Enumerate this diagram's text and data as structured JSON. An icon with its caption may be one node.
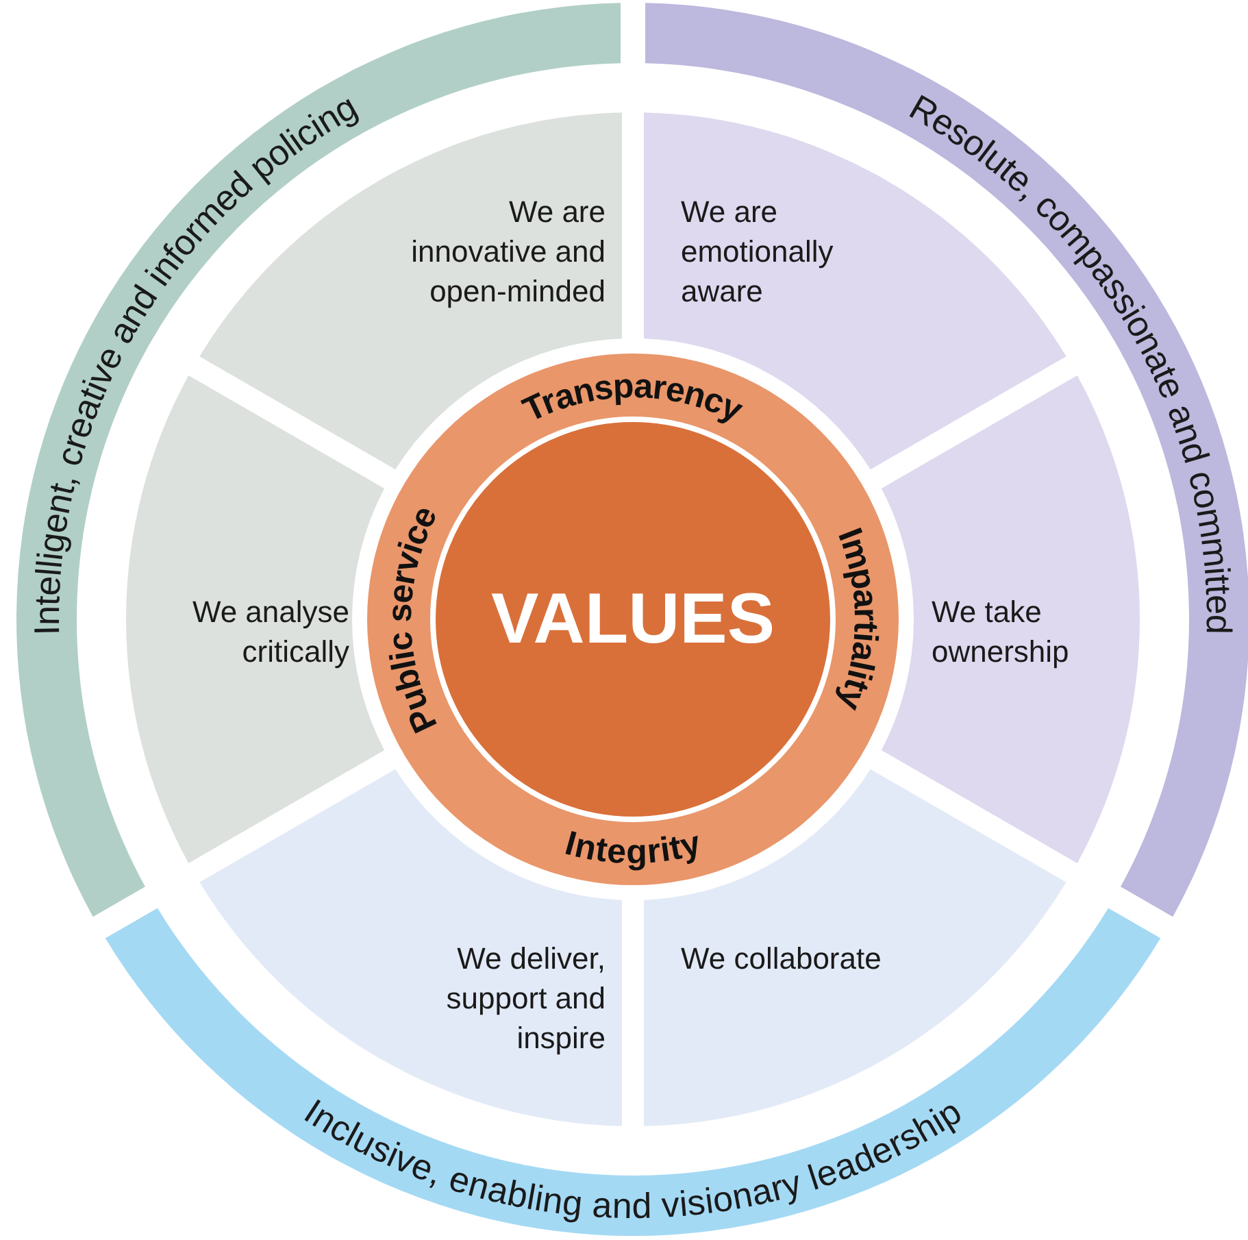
{
  "diagram": {
    "nodes": [
      {
        "text": [
          "Intelligent, creative and informed policing"
        ]
      },
      {
        "text": [
          "Resolute, compassionate and committed"
        ]
      },
      {
        "text": [
          "We are innovative and open-minded"
        ]
      },
      {
        "text": [
          "We are emotionally aware"
        ]
      },
      {
        "text": [
          "We analyse critically"
        ]
      },
      {
        "text": [
          "We take ownership"
        ]
      },
      {
        "text": [
          "Transparency",
          "Impartiality",
          "Integrity",
          "Public service"
        ]
      },
      {
        "text": [
          "VALUES"
        ],
        "in": 6
      },
      {
        "text": [
          "We deliver, support and inspire"
        ]
      },
      {
        "text": [
          "We collaborate"
        ]
      },
      {
        "text": [
          "Inclusive, enabling and visionary leadership"
        ]
      }
    ]
  }
}
